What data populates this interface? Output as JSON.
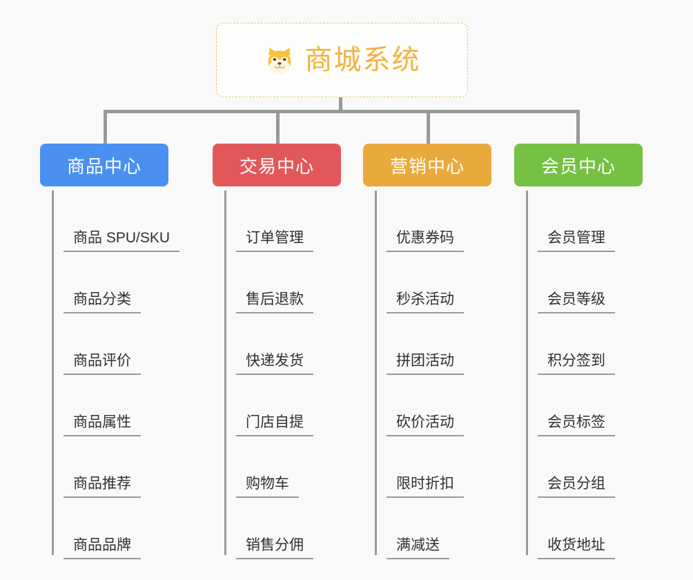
{
  "root": {
    "title": "商城系统",
    "icon": "shiba-dog-face-emoji",
    "accent_color": "#f2b33d",
    "border_color": "#f0c060",
    "background": "#fdfdfb"
  },
  "canvas": {
    "background_color": "#f9f9f9",
    "connector_color": "#999999"
  },
  "branches": [
    {
      "label": "商品中心",
      "color": "#4a90f0",
      "items": [
        "商品 SPU/SKU",
        "商品分类",
        "商品评价",
        "商品属性",
        "商品推荐",
        "商品品牌"
      ]
    },
    {
      "label": "交易中心",
      "color": "#e2585a",
      "items": [
        "订单管理",
        "售后退款",
        "快递发货",
        "门店自提",
        "购物车",
        "销售分佣"
      ]
    },
    {
      "label": "营销中心",
      "color": "#eaa93c",
      "items": [
        "优惠券码",
        "秒杀活动",
        "拼团活动",
        "砍价活动",
        "限时折扣",
        "满减送"
      ]
    },
    {
      "label": "会员中心",
      "color": "#76c043",
      "items": [
        "会员管理",
        "会员等级",
        "积分签到",
        "会员标签",
        "会员分组",
        "收货地址"
      ]
    }
  ]
}
